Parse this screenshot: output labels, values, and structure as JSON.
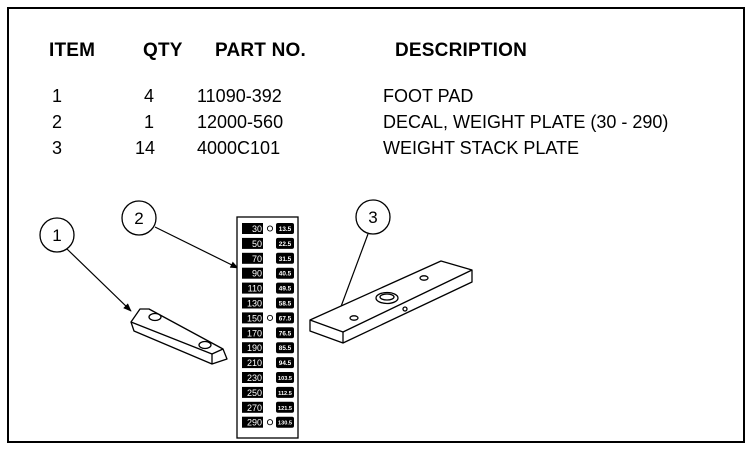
{
  "table": {
    "headers": {
      "item": "ITEM",
      "qty": "QTY",
      "part_no": "PART NO.",
      "description": "DESCRIPTION"
    },
    "rows": [
      {
        "item": "1",
        "qty": "4",
        "part_no": "11090-392",
        "description": "FOOT PAD"
      },
      {
        "item": "2",
        "qty": "1",
        "part_no": "12000-560",
        "description": "DECAL, WEIGHT PLATE (30 - 290)"
      },
      {
        "item": "3",
        "qty": "14",
        "part_no": "4000C101",
        "description": "WEIGHT STACK PLATE"
      }
    ]
  },
  "callouts": [
    "1",
    "2",
    "3"
  ],
  "decal": {
    "lbs": [
      "30",
      "50",
      "70",
      "90",
      "110",
      "130",
      "150",
      "170",
      "190",
      "210",
      "230",
      "250",
      "270",
      "290"
    ],
    "kg": [
      "13.5",
      "22.5",
      "31.5",
      "40.5",
      "49.5",
      "58.5",
      "67.5",
      "76.5",
      "85.5",
      "94.5",
      "103.5",
      "112.5",
      "121.5",
      "130.5"
    ]
  }
}
